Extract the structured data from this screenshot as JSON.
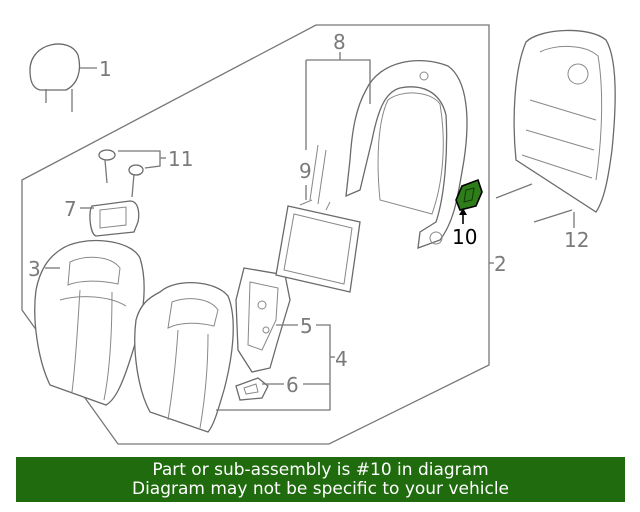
{
  "diagram": {
    "callouts": {
      "c1": "1",
      "c2": "2",
      "c3": "3",
      "c4": "4",
      "c5": "5",
      "c6": "6",
      "c7": "7",
      "c8": "8",
      "c9": "9",
      "c10": "10",
      "c11": "11",
      "c12": "12"
    },
    "highlighted_part": "10",
    "highlight_color": "#2e7d1a"
  },
  "banner": {
    "line1": "Part or sub-assembly is #10 in diagram",
    "line2": "Diagram may not be specific to your vehicle",
    "background": "#1f6b0e"
  }
}
